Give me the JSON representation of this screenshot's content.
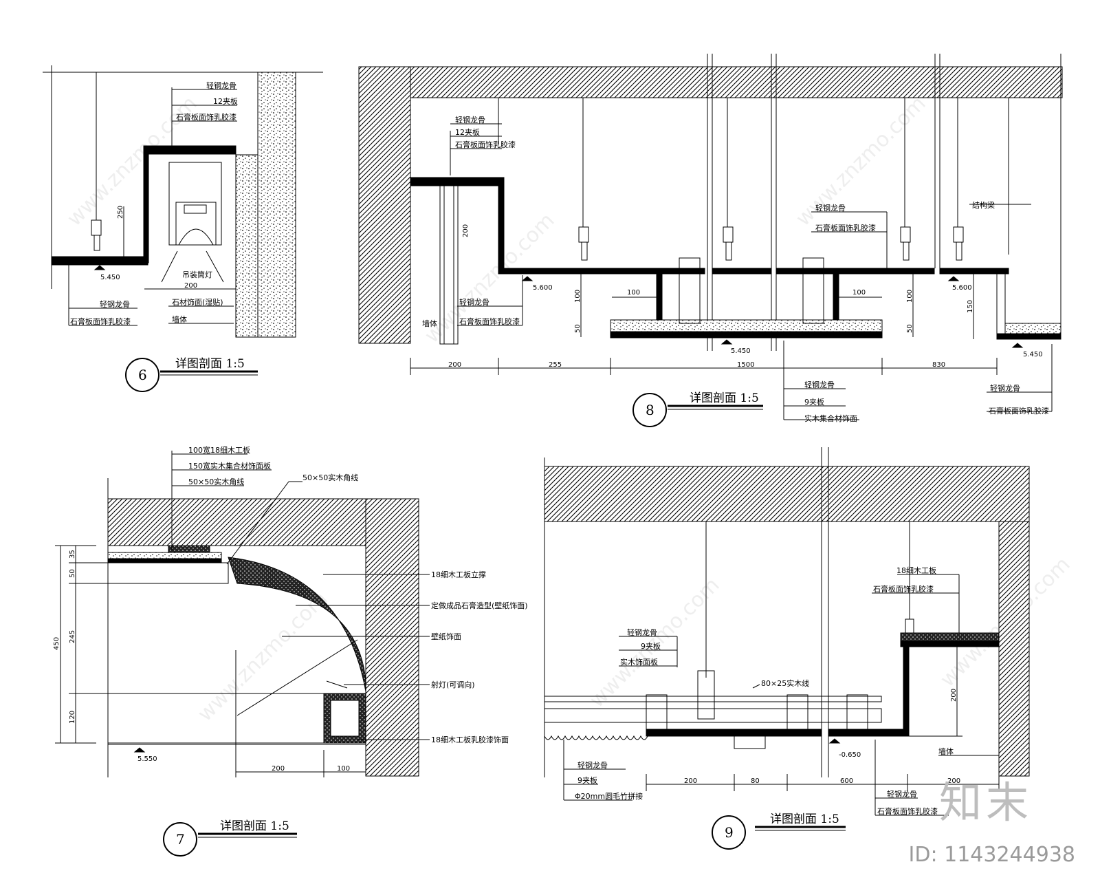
{
  "watermark": {
    "text": "www.znzmo.com",
    "brand": "知末",
    "id_text": "ID: 1143244938"
  },
  "details": [
    {
      "key": "d6",
      "number": "6",
      "title": "详图剖面 1:5",
      "labels": [
        "轻钢龙骨",
        "12夹板",
        "石膏板面饰乳胶漆",
        "吊装筒灯",
        "石材饰面(湿贴)",
        "墙体",
        "轻钢龙骨",
        "石膏板面饰乳胶漆"
      ],
      "dims": [
        "250",
        "200"
      ],
      "levels": [
        "5.450"
      ]
    },
    {
      "key": "d8",
      "number": "8",
      "title": "详图剖面 1:5",
      "labels": [
        "轻钢龙骨",
        "12夹板",
        "石膏板面饰乳胶漆",
        "轻钢龙骨",
        "石膏板面饰乳胶漆",
        "墙体",
        "轻钢龙骨",
        "石膏板面饰乳胶漆",
        "结构梁",
        "轻钢龙骨",
        "9夹板",
        "实木集合材饰面",
        "轻钢龙骨",
        "石膏板面饰乳胶漆"
      ],
      "dims": [
        "200",
        "100",
        "50",
        "100",
        "100",
        "100",
        "50",
        "150",
        "200",
        "255",
        "1500",
        "830"
      ],
      "levels": [
        "5.600",
        "5.450",
        "5.600",
        "5.450"
      ]
    },
    {
      "key": "d7",
      "number": "7",
      "title": "详图剖面 1:5",
      "labels": [
        "100宽18细木工板",
        "150宽实木集合材饰面板",
        "50×50实木角线",
        "50×50实木角线",
        "18细木工板立撑",
        "定做成品石膏造型(壁纸饰面)",
        "壁纸饰面",
        "射灯(可调向)",
        "18细木工板乳胶漆饰面"
      ],
      "dims": [
        "35",
        "50",
        "245",
        "120",
        "450",
        "200",
        "100"
      ],
      "levels": [
        "5.550"
      ]
    },
    {
      "key": "d9",
      "number": "9",
      "title": "详图剖面 1:5",
      "labels": [
        "轻钢龙骨",
        "9夹板",
        "实木饰面板",
        "80×25实木线",
        "18细木工板",
        "石膏板面饰乳胶漆",
        "墙体",
        "轻钢龙骨",
        "9夹板",
        "Φ20mm圆毛竹拼接",
        "轻钢龙骨",
        "石膏板面饰乳胶漆"
      ],
      "dims": [
        "200",
        "200",
        "80",
        "600",
        "200"
      ],
      "levels": [
        "-0.650"
      ]
    }
  ]
}
